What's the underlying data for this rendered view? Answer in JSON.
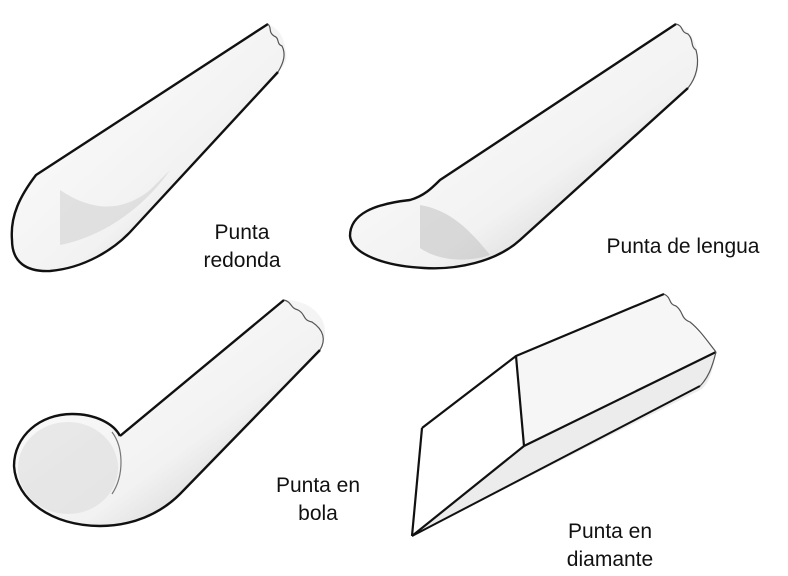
{
  "labels": {
    "redonda": [
      "Punta",
      "redonda"
    ],
    "lengua": [
      "Punta de lengua"
    ],
    "bola": [
      "Punta en",
      "bola"
    ],
    "diamante": [
      "Punta en",
      "diamante"
    ]
  },
  "colors": {
    "outline": "#111111",
    "shade": "#9a9a9a",
    "background": "#ffffff"
  }
}
